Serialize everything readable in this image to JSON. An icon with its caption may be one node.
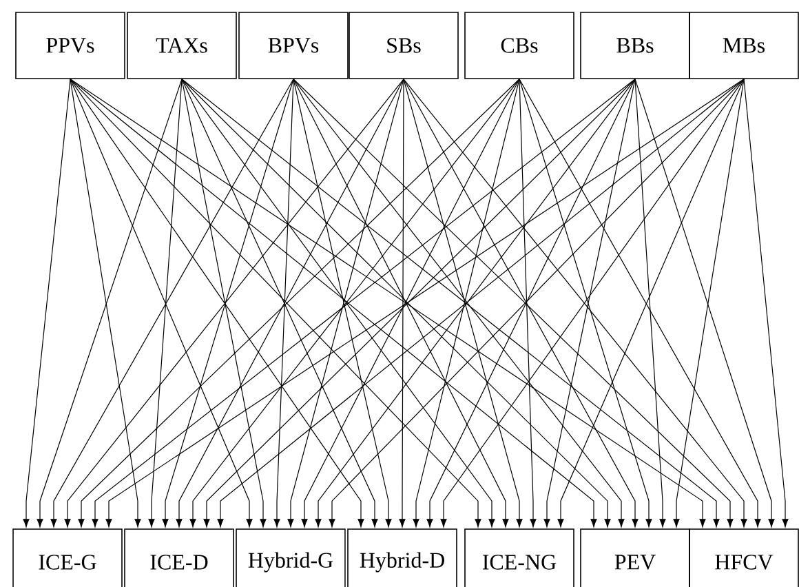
{
  "diagram": {
    "nodes": [
      {
        "text": [
          "PPVs"
        ]
      },
      {
        "text": [
          "TAXs"
        ]
      },
      {
        "text": [
          "BPVs"
        ]
      },
      {
        "text": [
          "SBs"
        ]
      },
      {
        "text": [
          "CBs"
        ]
      },
      {
        "text": [
          "BBs"
        ]
      },
      {
        "text": [
          "MBs"
        ]
      },
      {
        "text": [
          "ICE-G"
        ]
      },
      {
        "text": [
          "ICE-D"
        ]
      },
      {
        "text": [
          "Hybrid-G"
        ]
      },
      {
        "text": [
          "Hybrid-D"
        ]
      },
      {
        "text": [
          "ICE-NG"
        ]
      },
      {
        "text": [
          "PEV"
        ]
      },
      {
        "text": [
          "HFCV"
        ]
      }
    ],
    "edges": [
      {
        "from": 0,
        "to": 7,
        "arrow": "to"
      },
      {
        "from": 0,
        "to": 8,
        "arrow": "to"
      },
      {
        "from": 0,
        "to": 9,
        "arrow": "to"
      },
      {
        "from": 0,
        "to": 10,
        "arrow": "to"
      },
      {
        "from": 0,
        "to": 11,
        "arrow": "to"
      },
      {
        "from": 0,
        "to": 12,
        "arrow": "to"
      },
      {
        "from": 0,
        "to": 13,
        "arrow": "to"
      },
      {
        "from": 1,
        "to": 7,
        "arrow": "to"
      },
      {
        "from": 1,
        "to": 8,
        "arrow": "to"
      },
      {
        "from": 1,
        "to": 9,
        "arrow": "to"
      },
      {
        "from": 1,
        "to": 10,
        "arrow": "to"
      },
      {
        "from": 1,
        "to": 11,
        "arrow": "to"
      },
      {
        "from": 1,
        "to": 12,
        "arrow": "to"
      },
      {
        "from": 1,
        "to": 13,
        "arrow": "to"
      },
      {
        "from": 2,
        "to": 7,
        "arrow": "to"
      },
      {
        "from": 2,
        "to": 8,
        "arrow": "to"
      },
      {
        "from": 2,
        "to": 9,
        "arrow": "to"
      },
      {
        "from": 2,
        "to": 10,
        "arrow": "to"
      },
      {
        "from": 2,
        "to": 11,
        "arrow": "to"
      },
      {
        "from": 2,
        "to": 12,
        "arrow": "to"
      },
      {
        "from": 2,
        "to": 13,
        "arrow": "to"
      },
      {
        "from": 3,
        "to": 7,
        "arrow": "to"
      },
      {
        "from": 3,
        "to": 8,
        "arrow": "to"
      },
      {
        "from": 3,
        "to": 9,
        "arrow": "to"
      },
      {
        "from": 3,
        "to": 10,
        "arrow": "to"
      },
      {
        "from": 3,
        "to": 11,
        "arrow": "to"
      },
      {
        "from": 3,
        "to": 12,
        "arrow": "to"
      },
      {
        "from": 3,
        "to": 13,
        "arrow": "to"
      },
      {
        "from": 4,
        "to": 7,
        "arrow": "to"
      },
      {
        "from": 4,
        "to": 8,
        "arrow": "to"
      },
      {
        "from": 4,
        "to": 9,
        "arrow": "to"
      },
      {
        "from": 4,
        "to": 10,
        "arrow": "to"
      },
      {
        "from": 4,
        "to": 11,
        "arrow": "to"
      },
      {
        "from": 4,
        "to": 12,
        "arrow": "to"
      },
      {
        "from": 4,
        "to": 13,
        "arrow": "to"
      },
      {
        "from": 5,
        "to": 7,
        "arrow": "to"
      },
      {
        "from": 5,
        "to": 8,
        "arrow": "to"
      },
      {
        "from": 5,
        "to": 9,
        "arrow": "to"
      },
      {
        "from": 5,
        "to": 10,
        "arrow": "to"
      },
      {
        "from": 5,
        "to": 11,
        "arrow": "to"
      },
      {
        "from": 5,
        "to": 12,
        "arrow": "to"
      },
      {
        "from": 5,
        "to": 13,
        "arrow": "to"
      },
      {
        "from": 6,
        "to": 7,
        "arrow": "to"
      },
      {
        "from": 6,
        "to": 8,
        "arrow": "to"
      },
      {
        "from": 6,
        "to": 9,
        "arrow": "to"
      },
      {
        "from": 6,
        "to": 10,
        "arrow": "to"
      },
      {
        "from": 6,
        "to": 11,
        "arrow": "to"
      },
      {
        "from": 6,
        "to": 12,
        "arrow": "to"
      },
      {
        "from": 6,
        "to": 13,
        "arrow": "to"
      }
    ]
  }
}
